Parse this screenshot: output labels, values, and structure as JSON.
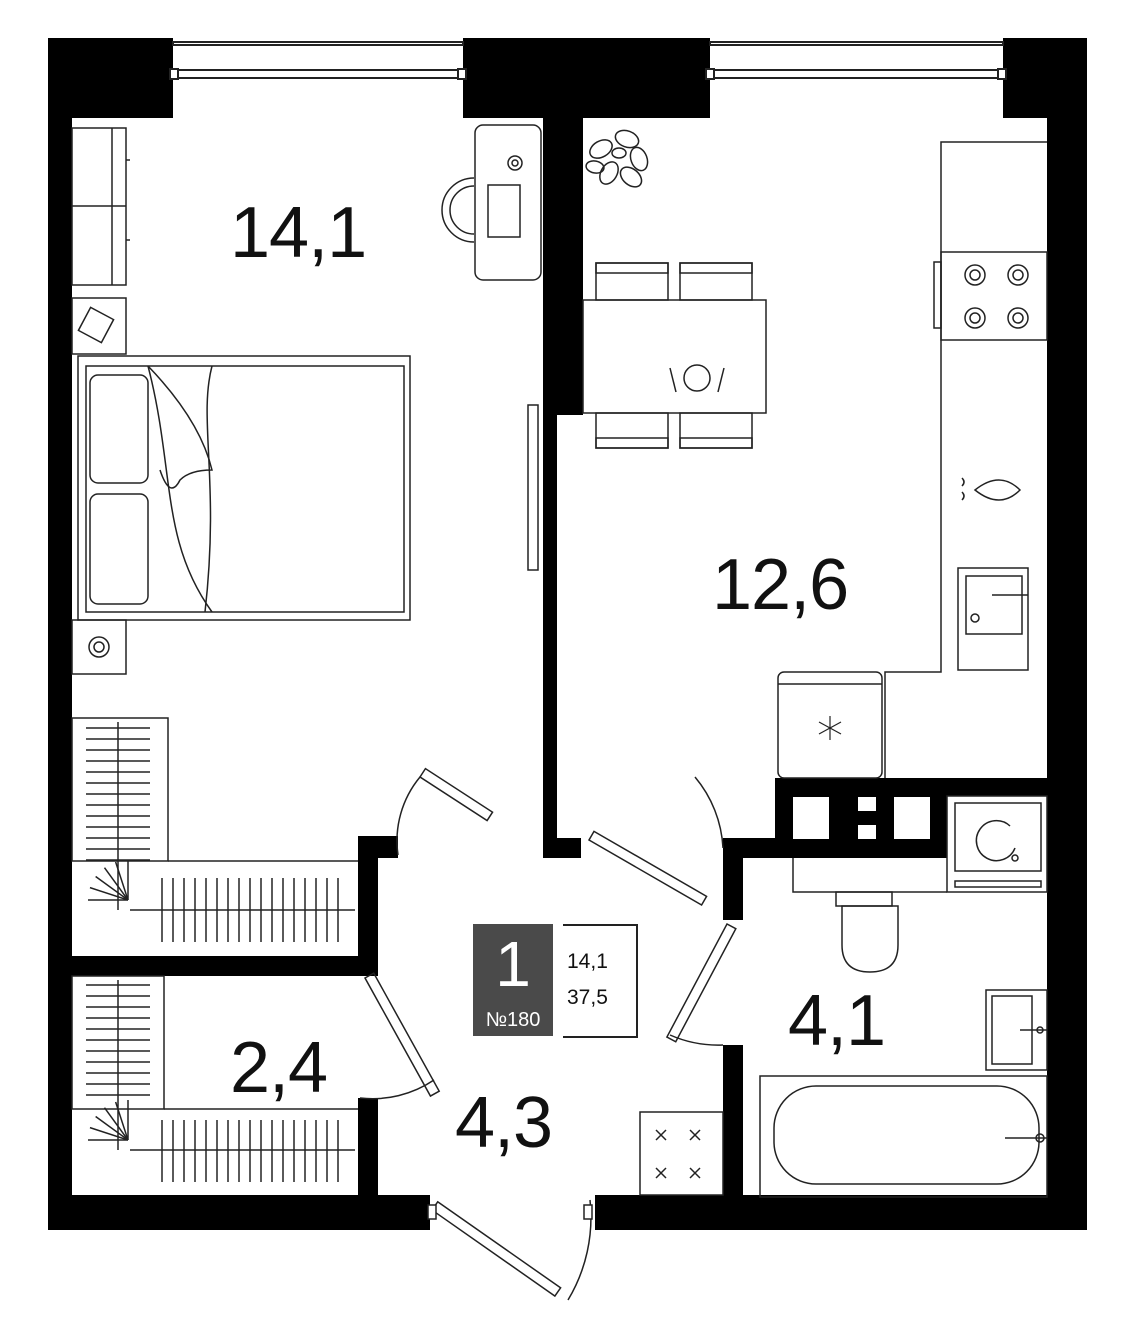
{
  "rooms": [
    {
      "key": "bedroom",
      "area": "14,1"
    },
    {
      "key": "kitchen",
      "area": "12,6"
    },
    {
      "key": "bathroom",
      "area": "4,1"
    },
    {
      "key": "storage",
      "area": "2,4"
    },
    {
      "key": "hallway",
      "area": "4,3"
    }
  ],
  "badge": {
    "rooms_count": "1",
    "apartment_number": "№180",
    "living_area": "14,1",
    "total_area": "37,5"
  },
  "colors": {
    "wall": "#000000",
    "line": "#222222",
    "badge_background": "#4a4a4a",
    "background": "#ffffff"
  }
}
